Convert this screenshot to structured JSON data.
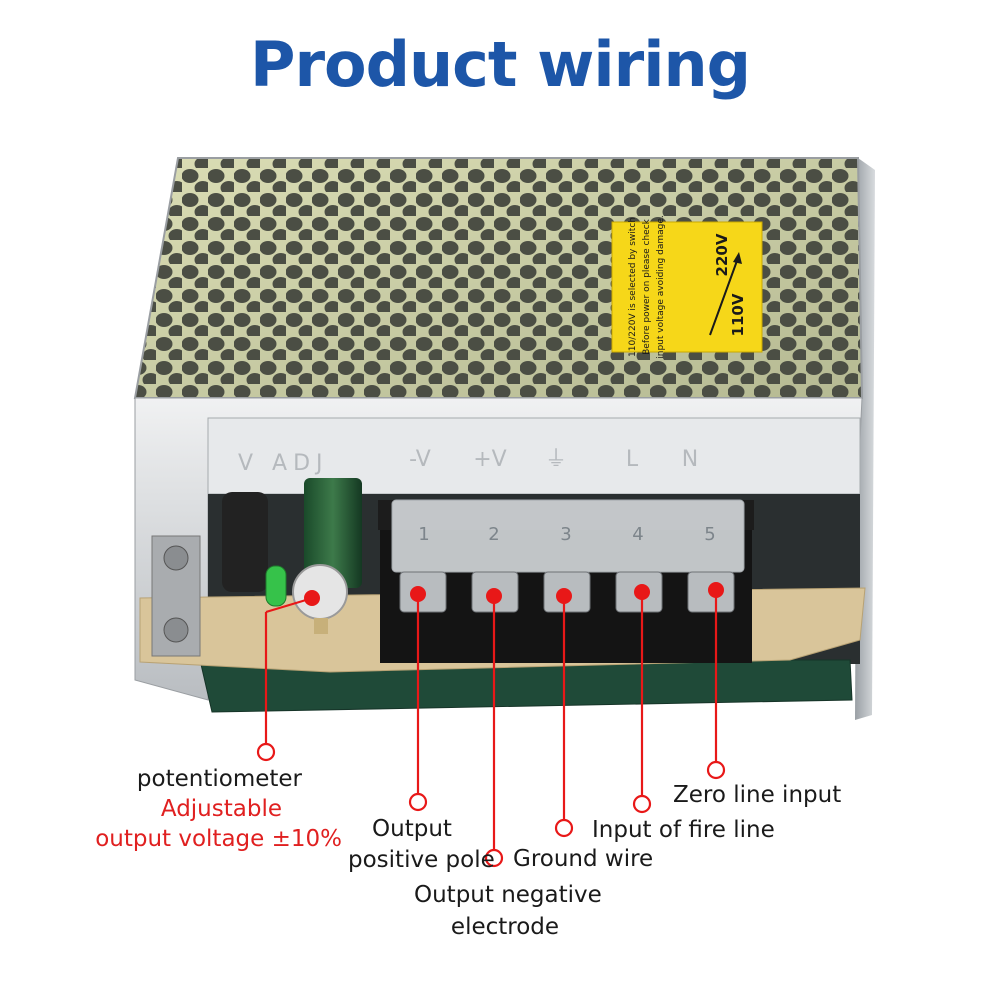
{
  "title": "Product wiring",
  "product": {
    "panel_label": "V ADJ",
    "terminal_symbols": [
      "-V",
      "+V",
      "⏚",
      "L",
      "N"
    ],
    "terminal_numbers": [
      "1",
      "2",
      "3",
      "4",
      "5"
    ],
    "warning_label": {
      "line1": "110/220V is selected by switch",
      "line2": "Before power on please check",
      "line3": "input voltage avoiding damage.",
      "v_low": "110V",
      "v_high": "220V"
    }
  },
  "callouts": {
    "potentiometer": "potentiometer",
    "adjustable": "Adjustable",
    "output_voltage": "output voltage ±10%",
    "output_positive_1": "Output",
    "output_positive_2": "positive pole",
    "output_negative_1": "Output  negative",
    "output_negative_2": "electrode",
    "ground": "Ground wire",
    "fire": "Input of fire line",
    "zero": "Zero line input"
  },
  "colors": {
    "title": "#1d56a8",
    "marker": "#e81818",
    "label_red": "#e02020",
    "warning_label_bg": "#f6d719"
  }
}
